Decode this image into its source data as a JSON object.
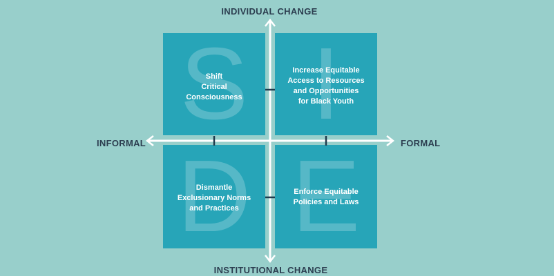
{
  "axes": {
    "top": "INDIVIDUAL CHANGE",
    "bottom": "INSTITUTIONAL CHANGE",
    "left": "INFORMAL",
    "right": "FORMAL"
  },
  "quadrants": {
    "top_left": {
      "letter": "S",
      "text": "Shift\nCritical\nConsciousness"
    },
    "top_right": {
      "letter": "I",
      "text": "Increase Equitable\nAccess to Resources\nand Opportunities\nfor Black Youth"
    },
    "bottom_left": {
      "letter": "D",
      "text": "Dismantle\nExclusionary Norms\nand Practices"
    },
    "bottom_right": {
      "letter": "E",
      "text": "Enforce Equitable\nPolicies and Laws"
    }
  },
  "colors": {
    "background": "#98cfcb",
    "quadrant": "#27a5b8",
    "axis": "#ffffff",
    "tick": "#1f3a4d",
    "label": "#2c3e50"
  }
}
